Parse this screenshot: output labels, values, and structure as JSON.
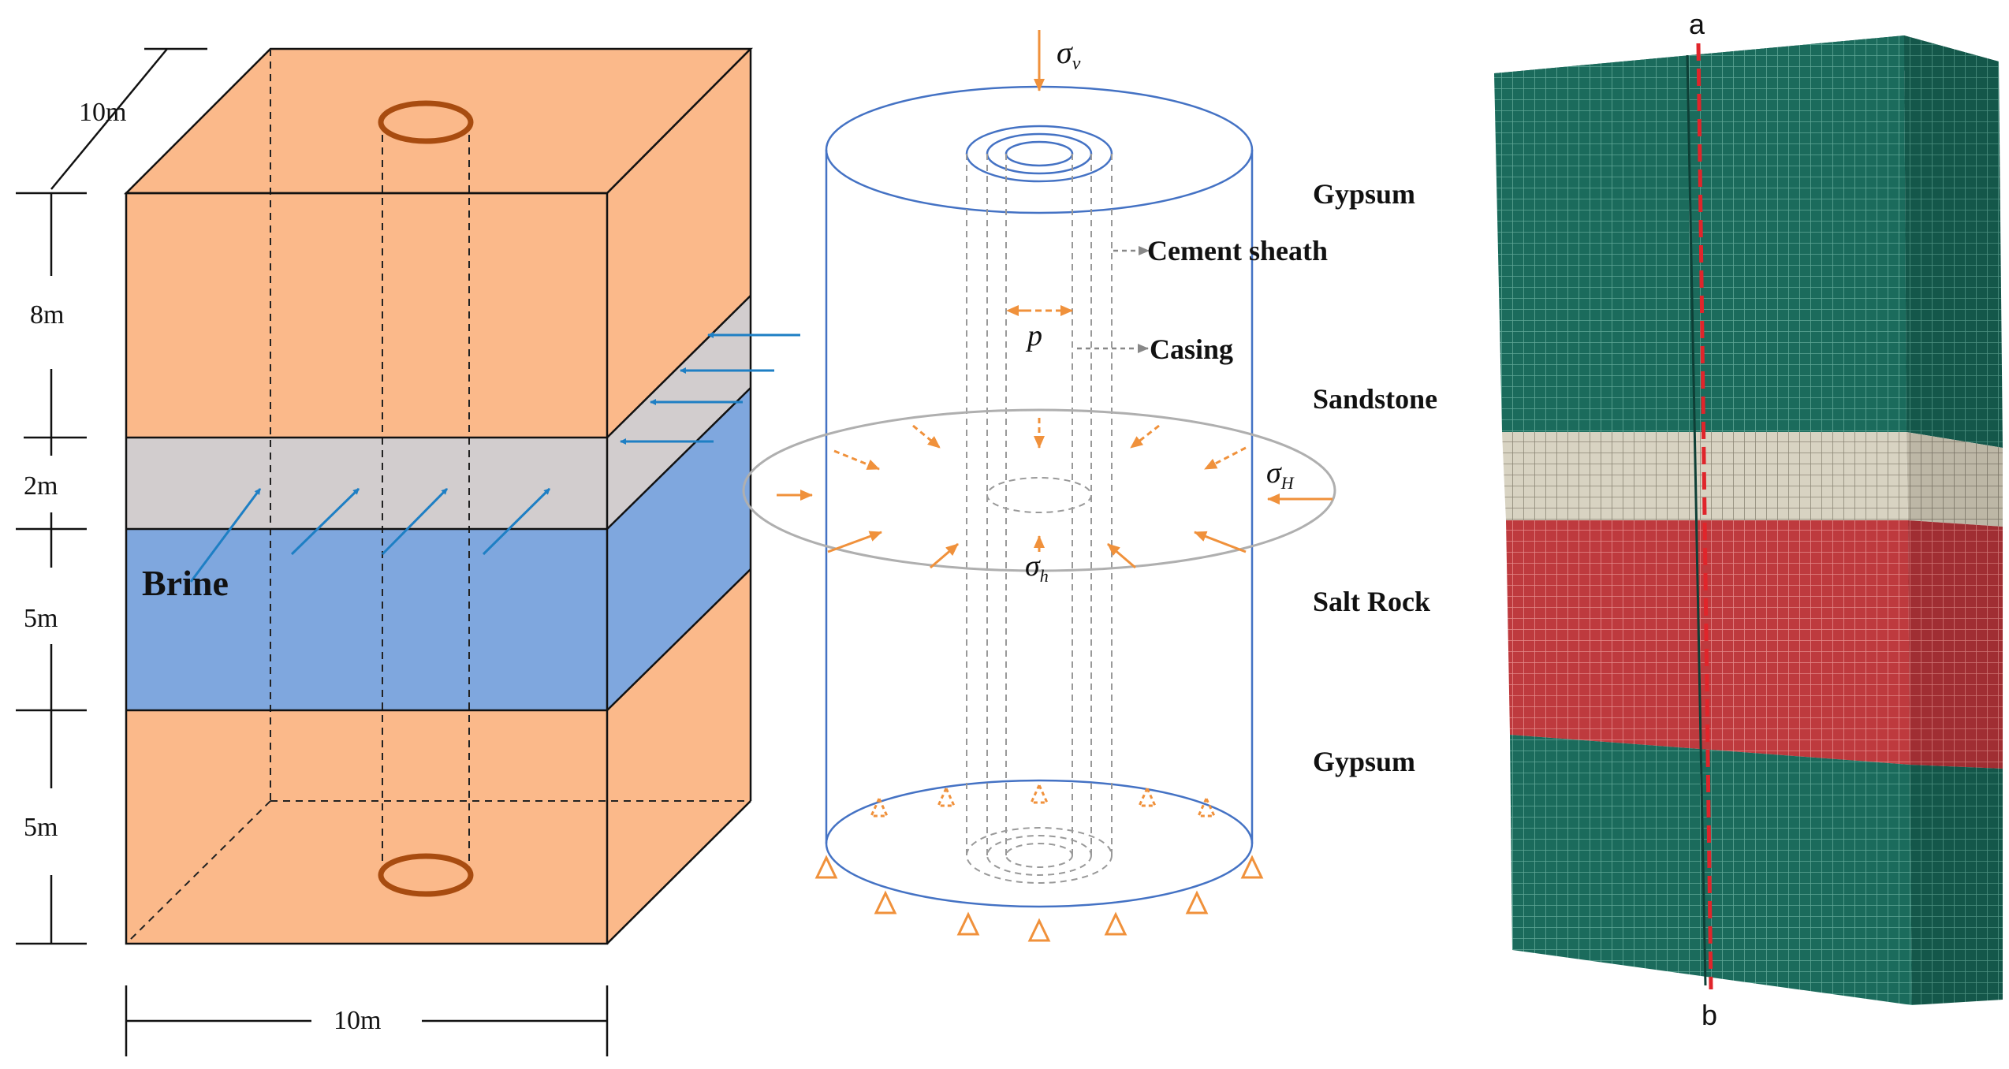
{
  "colors": {
    "orange": "#FBB98A",
    "grey": "#D2CDCE",
    "blue": "#7FA7DE",
    "well_ring": "#A84C10",
    "arrow_blue": "#1E7FC4",
    "cyl_blue": "#4472C4",
    "arrow_orange": "#F0913B",
    "ellipse_grey": "#AFAFAF",
    "gypsum_green": "#1B6B5C",
    "sandstone_cream": "#D8D3C2",
    "salt_red": "#BE3A3E",
    "centerline_red": "#E0252B"
  },
  "block_diagram": {
    "depth_label": "10m",
    "heights": [
      "8m",
      "2m",
      "5m",
      "5m"
    ],
    "width_label": "10m",
    "brine_label": "Brine"
  },
  "cylinder_diagram": {
    "sigma_v": "σ",
    "sigma_v_sub": "v",
    "sigma_H": "σ",
    "sigma_H_sub": "H",
    "sigma_h": "σ",
    "sigma_h_sub": "h",
    "pressure": "p",
    "cement_sheath": "Cement sheath",
    "casing": "Casing"
  },
  "layer_labels": [
    "Gypsum",
    "Sandstone",
    "Salt Rock",
    "Gypsum"
  ],
  "mesh_model": {
    "top_label": "a",
    "bottom_label": "b"
  }
}
